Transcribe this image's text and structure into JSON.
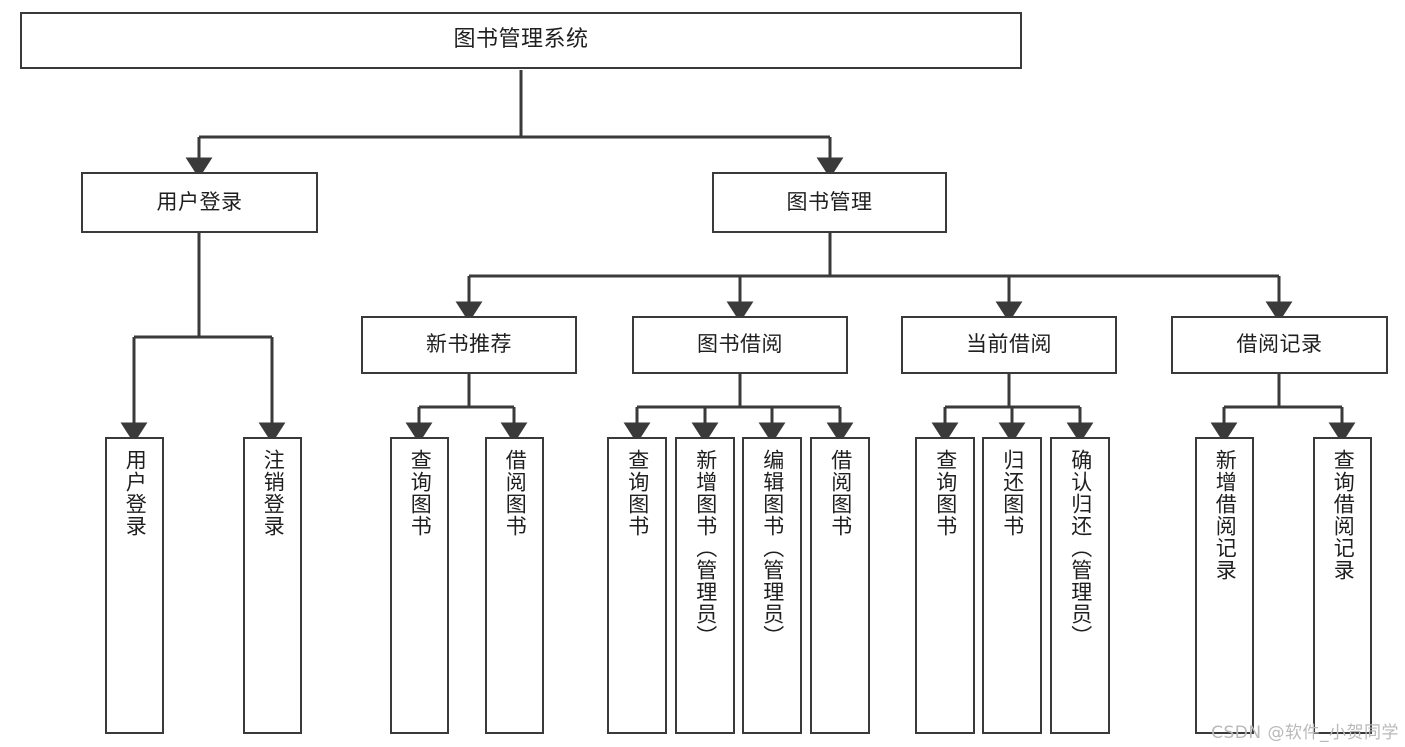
{
  "diagram": {
    "title": "图书管理系统",
    "type": "tree",
    "watermark": "CSDN @软件_小贺同学",
    "colors": {
      "box_border": "#3a3a3a",
      "box_fill": "#ffffff",
      "connector": "#3a3a3a",
      "text": "#1f1f1f",
      "watermark": "#b9b9b9"
    },
    "nodes": {
      "root": {
        "label": "图书管理系统"
      },
      "level1": [
        {
          "label": "用户登录"
        },
        {
          "label": "图书管理"
        }
      ],
      "level2": [
        {
          "label": "新书推荐"
        },
        {
          "label": "图书借阅"
        },
        {
          "label": "当前借阅"
        },
        {
          "label": "借阅记录"
        }
      ],
      "leaves": {
        "user_login": [
          {
            "label": "用户登录"
          },
          {
            "label": "注销登录"
          }
        ],
        "new_book_recommend": [
          {
            "label": "查询图书"
          },
          {
            "label": "借阅图书"
          }
        ],
        "book_borrow": [
          {
            "label": "查询图书"
          },
          {
            "label": "新增图书（管理员）"
          },
          {
            "label": "编辑图书（管理员）"
          },
          {
            "label": "借阅图书"
          }
        ],
        "current_borrow": [
          {
            "label": "查询图书"
          },
          {
            "label": "归还图书"
          },
          {
            "label": "确认归还（管理员）"
          }
        ],
        "borrow_record": [
          {
            "label": "新增借阅记录"
          },
          {
            "label": "查询借阅记录"
          }
        ]
      }
    }
  }
}
